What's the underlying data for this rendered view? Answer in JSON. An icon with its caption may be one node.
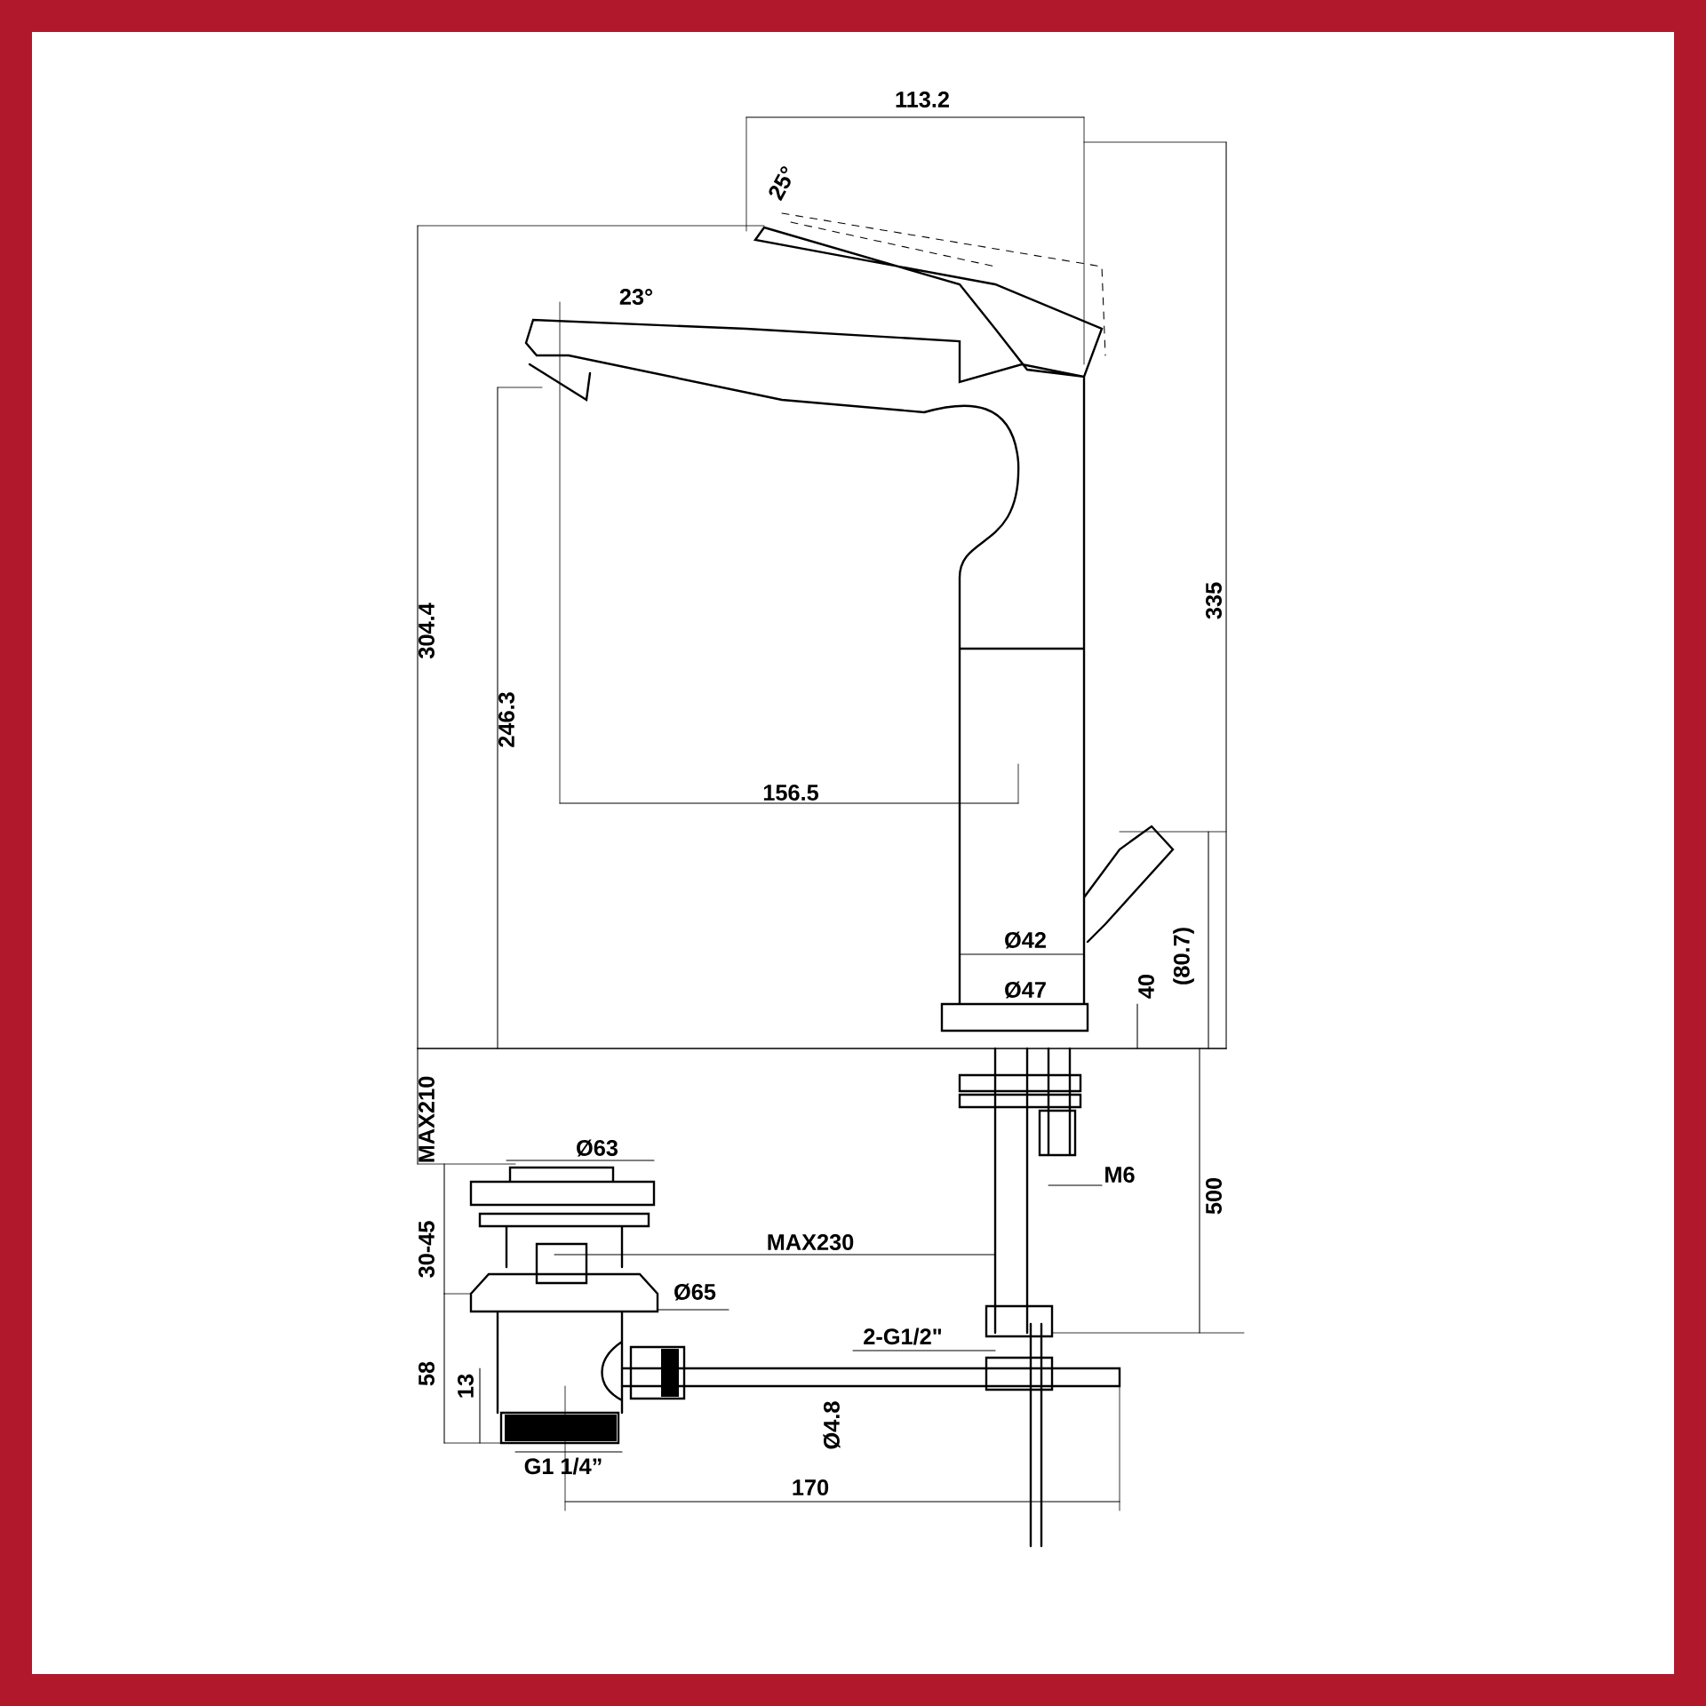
{
  "diagram": {
    "labels": [
      "113.2",
      "25°",
      "23°",
      "304.4",
      "246.3",
      "156.5",
      "335",
      "Ø42",
      "Ø47",
      "40",
      "(80.7)",
      "MAX210",
      "Ø63",
      "30-45",
      "MAX230",
      "Ø65",
      "M6",
      "500",
      "2-G1/2\"",
      "58",
      "13",
      "Ø4.8",
      "G1 1/4”",
      "170"
    ]
  }
}
